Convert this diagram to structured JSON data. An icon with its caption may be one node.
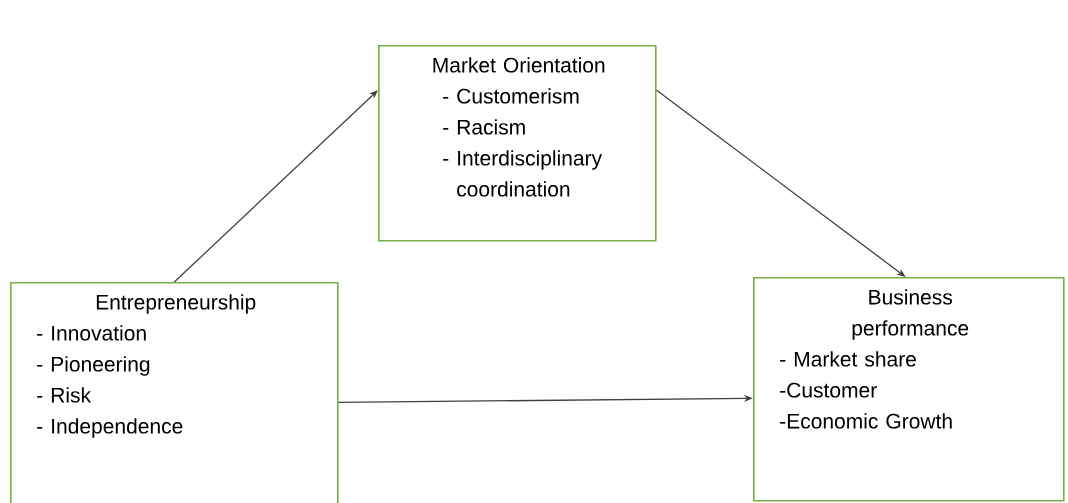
{
  "diagram": {
    "nodes": [
      {
        "text": [
          "Market Orientation",
          "- Customerism",
          "- Racism",
          "- Interdisciplinary coordination"
        ]
      },
      {
        "text": [
          "Entrepreneurship",
          "- Innovation",
          "- Pioneering",
          "- Risk",
          "- Independence"
        ]
      },
      {
        "text": [
          "Business performance",
          "- Market share",
          "-Customer",
          "-Economic Growth"
        ]
      }
    ],
    "edges": [
      {
        "from": 1,
        "to": 0,
        "arrow": "to"
      },
      {
        "from": 0,
        "to": 2,
        "arrow": "to"
      },
      {
        "from": 1,
        "to": 2,
        "arrow": "to"
      }
    ]
  }
}
